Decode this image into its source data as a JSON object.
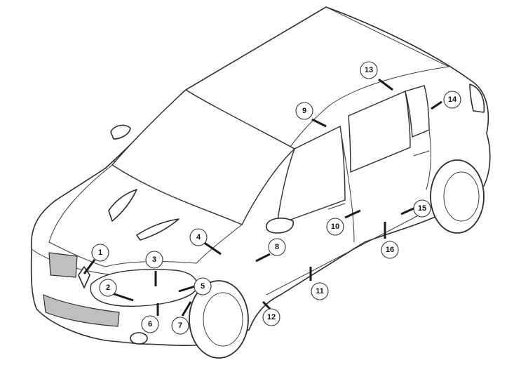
{
  "callouts": [
    {
      "id": 1,
      "label": "1"
    },
    {
      "id": 2,
      "label": "2"
    },
    {
      "id": 3,
      "label": "3"
    },
    {
      "id": 4,
      "label": "4"
    },
    {
      "id": 5,
      "label": "5"
    },
    {
      "id": 6,
      "label": "6"
    },
    {
      "id": 7,
      "label": "7"
    },
    {
      "id": 8,
      "label": "8"
    },
    {
      "id": 9,
      "label": "9"
    },
    {
      "id": 10,
      "label": "10"
    },
    {
      "id": 11,
      "label": "11"
    },
    {
      "id": 12,
      "label": "12"
    },
    {
      "id": 13,
      "label": "13"
    },
    {
      "id": 14,
      "label": "14"
    },
    {
      "id": 15,
      "label": "15"
    },
    {
      "id": 16,
      "label": "16"
    }
  ]
}
